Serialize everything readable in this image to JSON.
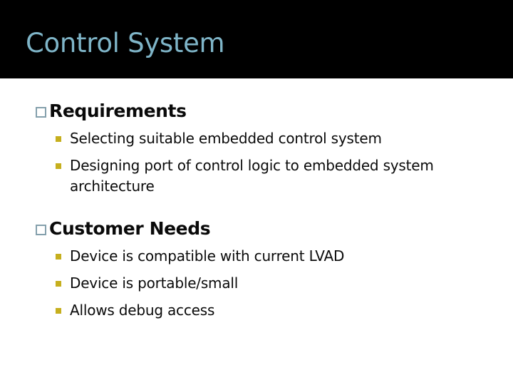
{
  "slide": {
    "title": "Control System",
    "title_color": "#7FB5C8",
    "band_color": "#000000",
    "background_color": "#FFFFFF",
    "level1_bullet_color": "#84A0AC",
    "level2_bullet_color": "#C6AF1E",
    "text_color": "#0A0A0A",
    "sections": [
      {
        "heading": "Requirements",
        "items": [
          "Selecting suitable embedded control system",
          "Designing port of control logic to embedded system architecture"
        ]
      },
      {
        "heading": "Customer Needs",
        "items": [
          "Device is compatible with current LVAD",
          "Device is portable/small",
          "Allows debug access"
        ]
      }
    ]
  }
}
